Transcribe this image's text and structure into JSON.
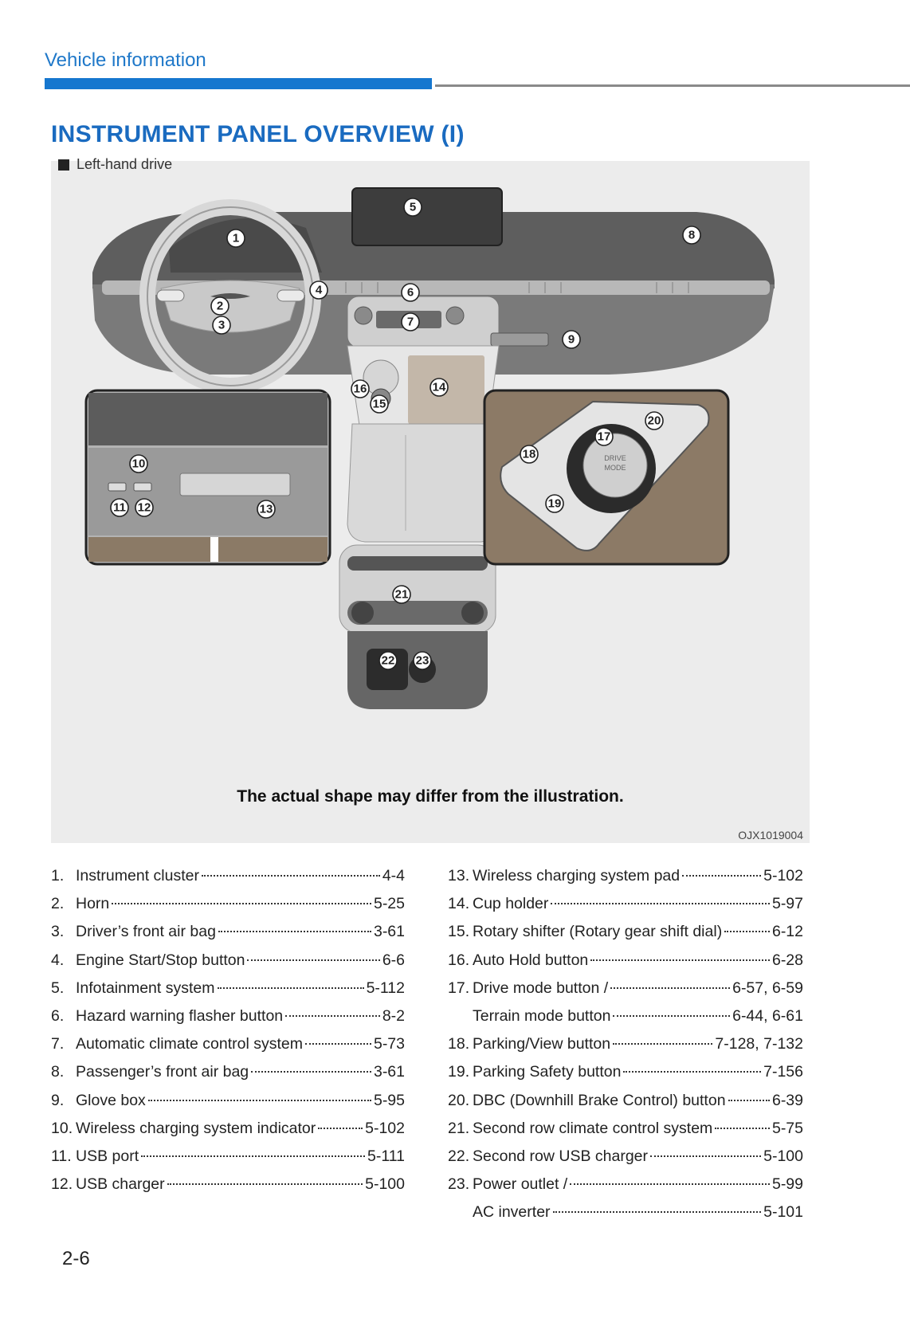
{
  "header": {
    "section": "Vehicle information",
    "accent": "#1677cf",
    "rule": "#8a8a8a"
  },
  "title": "INSTRUMENT PANEL OVERVIEW (I)",
  "caption": "Left-hand drive",
  "figure": {
    "note": "The actual shape may differ from the illustration.",
    "code": "OJX1019004",
    "callouts": [
      "1",
      "2",
      "3",
      "4",
      "5",
      "6",
      "7",
      "8",
      "9",
      "10",
      "11",
      "12",
      "13",
      "14",
      "15",
      "16",
      "17",
      "18",
      "19",
      "20",
      "21",
      "22",
      "23"
    ],
    "button_text": {
      "drive_mode_1": "DRIVE",
      "drive_mode_2": "MODE"
    }
  },
  "left_list": [
    {
      "num": "1.",
      "label": "Instrument cluster",
      "page": "4-4"
    },
    {
      "num": "2.",
      "label": "Horn",
      "page": "5-25"
    },
    {
      "num": "3.",
      "label": "Driver’s front air bag",
      "page": "3-61"
    },
    {
      "num": "4.",
      "label": "Engine Start/Stop button",
      "page": "6-6"
    },
    {
      "num": "5.",
      "label": "Infotainment system",
      "page": "5-112"
    },
    {
      "num": "6.",
      "label": "Hazard warning flasher button",
      "page": "8-2"
    },
    {
      "num": "7.",
      "label": "Automatic climate control system",
      "page": "5-73"
    },
    {
      "num": "8.",
      "label": "Passenger’s front air bag",
      "page": "3-61"
    },
    {
      "num": "9.",
      "label": "Glove box",
      "page": "5-95"
    },
    {
      "num": "10.",
      "label": "Wireless charging system indicator",
      "page": "5-102"
    },
    {
      "num": "11.",
      "label": "USB port",
      "page": "5-111"
    },
    {
      "num": "12.",
      "label": "USB charger",
      "page": "5-100"
    }
  ],
  "right_list": [
    {
      "num": "13.",
      "label": "Wireless charging system pad",
      "page": "5-102"
    },
    {
      "num": "14.",
      "label": "Cup holder",
      "page": "5-97"
    },
    {
      "num": "15.",
      "label": "Rotary shifter (Rotary gear shift dial)",
      "page": "6-12"
    },
    {
      "num": "16.",
      "label": "Auto Hold button",
      "page": "6-28"
    },
    {
      "num": "17.",
      "label": "Drive mode button /",
      "page": "6-57, 6-59"
    },
    {
      "num": "",
      "label": "Terrain mode button",
      "page": "6-44, 6-61"
    },
    {
      "num": "18.",
      "label": "Parking/View button",
      "page": "7-128, 7-132"
    },
    {
      "num": "19.",
      "label": "Parking Safety button",
      "page": "7-156"
    },
    {
      "num": "20.",
      "label": "DBC (Downhill Brake Control) button",
      "page": "6-39"
    },
    {
      "num": "21.",
      "label": "Second row climate control system",
      "page": "5-75"
    },
    {
      "num": "22.",
      "label": "Second row USB charger",
      "page": "5-100"
    },
    {
      "num": "23.",
      "label": "Power outlet /",
      "page": "5-99"
    },
    {
      "num": "",
      "label": "AC inverter",
      "page": "5-101"
    }
  ],
  "page_number": "2-6"
}
